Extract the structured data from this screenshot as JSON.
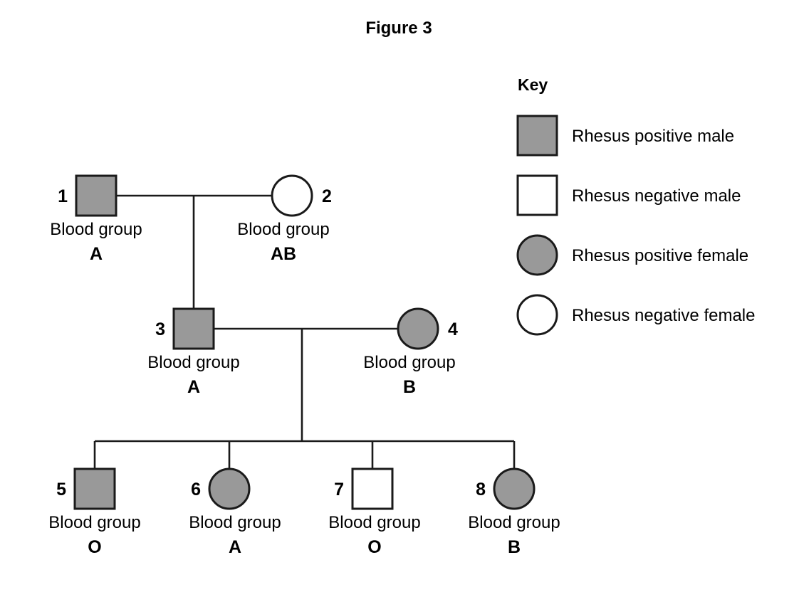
{
  "figure": {
    "title": "Figure 3",
    "colors": {
      "shaded_fill": "#999999",
      "unshaded_fill": "#ffffff",
      "stroke": "#1a1a1a",
      "background": "#ffffff"
    }
  },
  "key": {
    "heading": "Key",
    "items": [
      {
        "shape": "square",
        "fill": "shaded",
        "label": "Rhesus positive male"
      },
      {
        "shape": "square",
        "fill": "unshaded",
        "label": "Rhesus negative male"
      },
      {
        "shape": "circle",
        "fill": "shaded",
        "label": "Rhesus positive female"
      },
      {
        "shape": "circle",
        "fill": "unshaded",
        "label": "Rhesus negative female"
      }
    ]
  },
  "pedigree": {
    "blood_group_label": "Blood group",
    "individuals": [
      {
        "number": "1",
        "shape": "square",
        "fill": "shaded",
        "sex": "male",
        "rhesus": "positive",
        "blood_group": "A",
        "generation": 1,
        "number_side": "left"
      },
      {
        "number": "2",
        "shape": "circle",
        "fill": "unshaded",
        "sex": "female",
        "rhesus": "negative",
        "blood_group": "AB",
        "generation": 1,
        "number_side": "right"
      },
      {
        "number": "3",
        "shape": "square",
        "fill": "shaded",
        "sex": "male",
        "rhesus": "positive",
        "blood_group": "A",
        "generation": 2,
        "number_side": "left"
      },
      {
        "number": "4",
        "shape": "circle",
        "fill": "shaded",
        "sex": "female",
        "rhesus": "positive",
        "blood_group": "B",
        "generation": 2,
        "number_side": "right"
      },
      {
        "number": "5",
        "shape": "square",
        "fill": "shaded",
        "sex": "male",
        "rhesus": "positive",
        "blood_group": "O",
        "generation": 3,
        "number_side": "left"
      },
      {
        "number": "6",
        "shape": "circle",
        "fill": "shaded",
        "sex": "female",
        "rhesus": "positive",
        "blood_group": "A",
        "generation": 3,
        "number_side": "left"
      },
      {
        "number": "7",
        "shape": "square",
        "fill": "unshaded",
        "sex": "male",
        "rhesus": "negative",
        "blood_group": "O",
        "generation": 3,
        "number_side": "left"
      },
      {
        "number": "8",
        "shape": "circle",
        "fill": "shaded",
        "sex": "female",
        "rhesus": "positive",
        "blood_group": "B",
        "generation": 3,
        "number_side": "left"
      }
    ],
    "matings": [
      {
        "partners": [
          "1",
          "2"
        ],
        "children": [
          "3"
        ]
      },
      {
        "partners": [
          "3",
          "4"
        ],
        "children": [
          "5",
          "6",
          "7",
          "8"
        ]
      }
    ]
  }
}
